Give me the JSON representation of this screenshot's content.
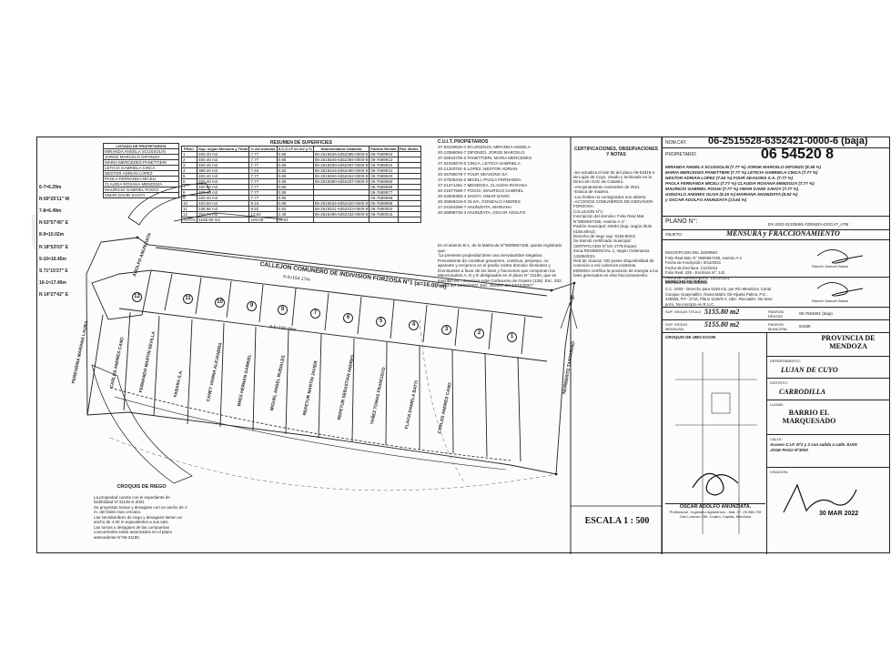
{
  "surfaces_table": {
    "title": "RESUMEN DE SUPERFICIES",
    "headers": [
      "FRAC.",
      "Sup. segun Mensura y Titulo",
      "% del dominio",
      "S.C.C.I.F en m2 y %",
      "Nomenclatura Catastral",
      "Padron Rentas",
      "Pad. Munic."
    ],
    "rows": [
      [
        "1",
        "400.40 m2",
        "7.77",
        "0.85",
        "06-2515526-6352385-0000-5",
        "06-7689904",
        ""
      ],
      [
        "2",
        "400.40 m2",
        "7.77",
        "0.85",
        "06-2515545-6352394-0000-8",
        "06-7689913",
        ""
      ],
      [
        "3",
        "400.40 m2",
        "7.77",
        "0.85",
        "06-2515530-6352397-0000-9",
        "06-7689922",
        ""
      ],
      [
        "4",
        "389.20 m2",
        "7.54",
        "0.82",
        "06-2515615-6352400-0000-8",
        "06-7689931",
        ""
      ],
      [
        "5",
        "400.40 m2",
        "7.77",
        "0.85",
        "06-2515604-6352404-0000-9",
        "06-7689940",
        ""
      ],
      [
        "6",
        "400.40 m2",
        "7.77",
        "0.85",
        "06-2515590-6352407-0000-0",
        "06-7689959",
        ""
      ],
      [
        "7",
        "400.40 m2",
        "7.77",
        "0.85",
        "",
        "06-7689968",
        ""
      ],
      [
        "8",
        "400.40 m2",
        "7.77",
        "0.85",
        "",
        "06-7689977",
        ""
      ],
      [
        "9",
        "400.40 m2",
        "7.77",
        "0.85",
        "",
        "06-7689986",
        ""
      ],
      [
        "10",
        "420.50 m2",
        "8.16",
        "0.89",
        "06-2515534-6352420-0000-9",
        "06-7689995",
        ""
      ],
      [
        "11",
        "435.66 m2",
        "8.52",
        "0.92",
        "06-2515521-6352423-0000-8",
        "06-7690002",
        ""
      ],
      [
        "12",
        "763.74 m2",
        "13.64",
        "1.48",
        "06-2515496-6352432-0000-8",
        "06-7690015",
        ""
      ],
      [
        "TOTAL",
        "5155.80 m2",
        "100.00",
        "10.91",
        "",
        "",
        ""
      ]
    ]
  },
  "owners_table": {
    "title": "C.U.I.T.          PROPIETARIOS",
    "rows": [
      "27-93119618-4   SCUSSOLIN, MIRANDA ANGELA",
      "20-13386094-7   DIFONZO, JORGE MARCELO",
      "27-28034705-2   PANETTIERI, MARIA MERCEDES",
      "27-31026676-0   CINCA, LETICIA GABRIELA",
      "20-21320781-5   LOPEZ, NESTOR ADRIAN",
      "20-25765078-7   FOUR SEASONS SA",
      "27-27025416-2   MICELI, PAOLA FERNANDA",
      "27-21371451-7   MENDOZA, CLAUDIA ROXANA",
      "20-21677589-7   POGGI, MAURICIO GABRIEL",
      "20-22835383-4   SAVOY, OMAR DAVID",
      "20-25589315-0   OLIVA, GONZALO ANDRES",
      "27-24154266-7   ANUNZIATA, MARIANA",
      "20-25998730-3   ANUNZIATA, OSCAR ADOLFO"
    ]
  },
  "left_table": {
    "title": "LISTADO DE PROPIETARIOS",
    "rows": [
      "MIRANDA ANGELA SCUSSOLIN",
      "JORGE MARCELO DIFONZO",
      "MARIA MERCEDES PANETTIERI",
      "LETICIA GABRIELA CINCA",
      "NESTOR ADRIAN LOPEZ",
      "PAOLA FERNANDA MICELI",
      "CLAUDIA ROXANA MENDOZA",
      "MAURICIO GABRIEL POGGI",
      "OMAR DAVID SAVOY"
    ]
  },
  "bearings": [
    "6-7=6.29m",
    "N 69°25'11\" W",
    "7-8=6.49m",
    "N 63°57'45\" E",
    "8-9=10.02m",
    "N 18°53'03\" E",
    "9-10=16.45m",
    "S 71°15'27\" E",
    "10-1=17.49m",
    "N 14°27'42\" E"
  ],
  "plan_labels": {
    "callejon": "CALLEJON COMUNERO DE INDIVISION FORZOSA N°1 (a=16.00 m)",
    "dim_top": "5-4=154.17m",
    "dim_bottom": "8-6=190.89m",
    "lots": [
      "12",
      "11",
      "10",
      "9",
      "8",
      "7",
      "6",
      "5",
      "4",
      "3",
      "2",
      "1"
    ],
    "neighbors": [
      "PEREGRINA MARIANA LAURA",
      "CARLOS ANDRES CANO",
      "FERNANDO MARTIN SEVILLA",
      "FABARA S.A.",
      "CANET VANINA ALEJANDRA",
      "BRES HERNAN GABRIEL",
      "MIGUEL ANGEL RUBIALES",
      "REPETUR MARTIN JAVIER",
      "REPETUR SEBASTIAN ANDRES",
      "YAÑEZ TOMAS FRANCISCO",
      "FLAVIA DANIELA BATTI",
      "CARLOS ANDRES CANO"
    ],
    "north_left": "ADOLFO ANUNZIATA",
    "north_right": "NORBERTO TARTARINO"
  },
  "riego": {
    "title": "CROQUIS DE RIEGO",
    "text": "La propiedad cuenta con el expediente de factibilidad N°31139-S-2021\nSe proyectan tomas y desagües con un ancho de 2 m. del limite mas cercano.\nLas servidumbres de riego y desagües tienen un ancho de 4.00 m equivalentes a sus ejes.\nLas tomas y desagües de las compuertas concurrentes están autorizados en el plano antecedente N°06-31190."
  },
  "scale": "ESCALA   1 : 500",
  "plan_note": "En el asiento B-1, de la Matricula N°0800567438, queda registrado que:\n\"La presente propiedad tiene una Servidumbre Negativa Preexistente de constituir gravamen, continuo, perpetuo, no aparente y recíproco en el predio contra dominio Sirvientes y Dominantes a favor de los lotes y fracciones que componen los Mencionados A, D y E designados en el plano N° 31190, que se inscribió en... Escritura Ante Corbacena de Grasso (138). Esc. 202, fs 203 del 13/10/2007, Esc. 316987 del 13/10/2007\"",
  "certifications": {
    "title": "CERTIFICACIONES, OBSERVACIONES Y NOTAS",
    "text": "-Se actualiza el lote 5b del plano 06-53318-4 de Luján de Cuyo, visado y archivado en la Dirección Gral. de Catastro.\n-Amojonamiento noviembre de 2021.\n-Estaca de madera.\n-Los límites no consignados son abierto.\n-ACCESOS COMUNEROS DE INDIVISION FORZOSA:\nCALLEJON N°1:\nInscripción del dominio: Folio Real Mat. N°0800567438, Asiento A-1°.\nPadrón municipal: 42603 (Sup. según título 5155.80m2)\nDerecho de riego sup. 5155.80m2\nSe tramitó certificado municipal: CERTIFICADO N°SO 4775-Exped.\nZona RESIDENCIAL 1, según Ordenanza 14108/2021.\nRed de cloacas: NO posee disponibilidad de conexión a red colectora existente.\nEDEMSA certifica la provisión de energía a los lotes generados en este fraccionamiento."
  },
  "title_block": {
    "nom_cat_label": "NOM.CAT.",
    "nom_cat": "06-2515528-6352421-0000-6 (baja)",
    "propietario_label": "PROPIETARIO",
    "padron": "06 54520 8",
    "owners_text": "MIRANDA ANGELA SCUSSOLIN (7.77 %) JORGE MARCELO DIFONZO (8.38 %)\nMARIA MERCEDES PANETTIERI (7.77 %) LETICIA GABRIELA CINCA (7.77 %)\nNESTOR ADRIAN LOPEZ (7.54 %) FOUR SEASONS S.A. (7.77 %)\nPAOLA FERNANDA MICELI (7.77 %) CLAUDIA ROXANA MENDOZA (7.77 %)\nMAURICIO GABRIEL POGGI (7.77 %) OMAR DAVID SAVOY (7.77 %)\nGONZALO ANDRES OLIVA (8.16 %) MARIANA ANUNZIATA (8.52 %)\ny OSCAR ADOLFO ANUNZIATA (13.64 %)",
    "plano_label": "PLANO N°:",
    "plano_value": "EX-2022-01325081-GDEMZA-DGCAT_ATM",
    "objeto_label": "OBJETO:",
    "objeto_value": "MENSURA y FRACCIONAMIENTO",
    "dominio_text": "INSCRIPCION DEL DOMINIO\nFolio Real Mat. N° 0800567438, Asiento A-1\nFecha de Inscripción: 9/12/2021\nFecha de Escritura: 1/12/2021\nFolio Real: 425 - Escritura N°: 142\nFecha de Subinscripción: 14/12/2021\nEscritura del 13/12/2021",
    "riego_label": "DERECHO DE RIEGO",
    "riego_text": "C.C.:1003 - Derecho para 5150 m2, por Río Mendoza, Canal Cacique Guaymallén, Rama Matriz Gil-Hijuela Palma, P.G.: 228356, P.P.: 2712, Plano 1149/3-A, Ubic. Recuadro: No tiene pozo, No inscripto en R.U.C.",
    "signature_1_name": "Ramón Samuel Zalara",
    "signature_2_name": "Ramón Samuel Zalara",
    "sup_titulo_label": "SUP. SEGUN TITULO",
    "sup_titulo_value": "5155.80 m2",
    "padron_rentas_label": "PADRON RENTAS",
    "padron_rentas_value": "06-7064681 (baja)",
    "sup_mensura_label": "SUP. SEGUN MENSURA",
    "sup_mensura_value": "5155.80 m2",
    "padron_munic_label": "PADRON MUNICIPAL",
    "padron_munic_value": "53189",
    "croquis_label": "CROQUIS DE UBICACION",
    "provincia_label": "PROVINCIA DE",
    "provincia_value": "MENDOZA",
    "departamento_label": "DEPARTAMENTO:",
    "departamento_value": "LUJAN DE CUYO",
    "distrito_label": "DISTRITO:",
    "distrito_value": "CARRODILLA",
    "lugar_label": "LUGAR:",
    "lugar_value": "BARRIO EL MARQUESADO",
    "calle_label": "CALLE:",
    "calle_value": "Acceso C.I.F. Nº1 y 2 con salida a calle JUAN JOSE PASO Nº3000",
    "visacion_label": "VISACION:",
    "stamp_date": "30 MAR 2022"
  },
  "surveyor": {
    "name": "OSCAR ADOLFO ANUNZIATA.",
    "details": "Profesional - Ingeniero Agrimensor - Mat. N°: 25.958.739\nSan Lorenzo 166, Cuatro, Capital, Mendoza"
  }
}
